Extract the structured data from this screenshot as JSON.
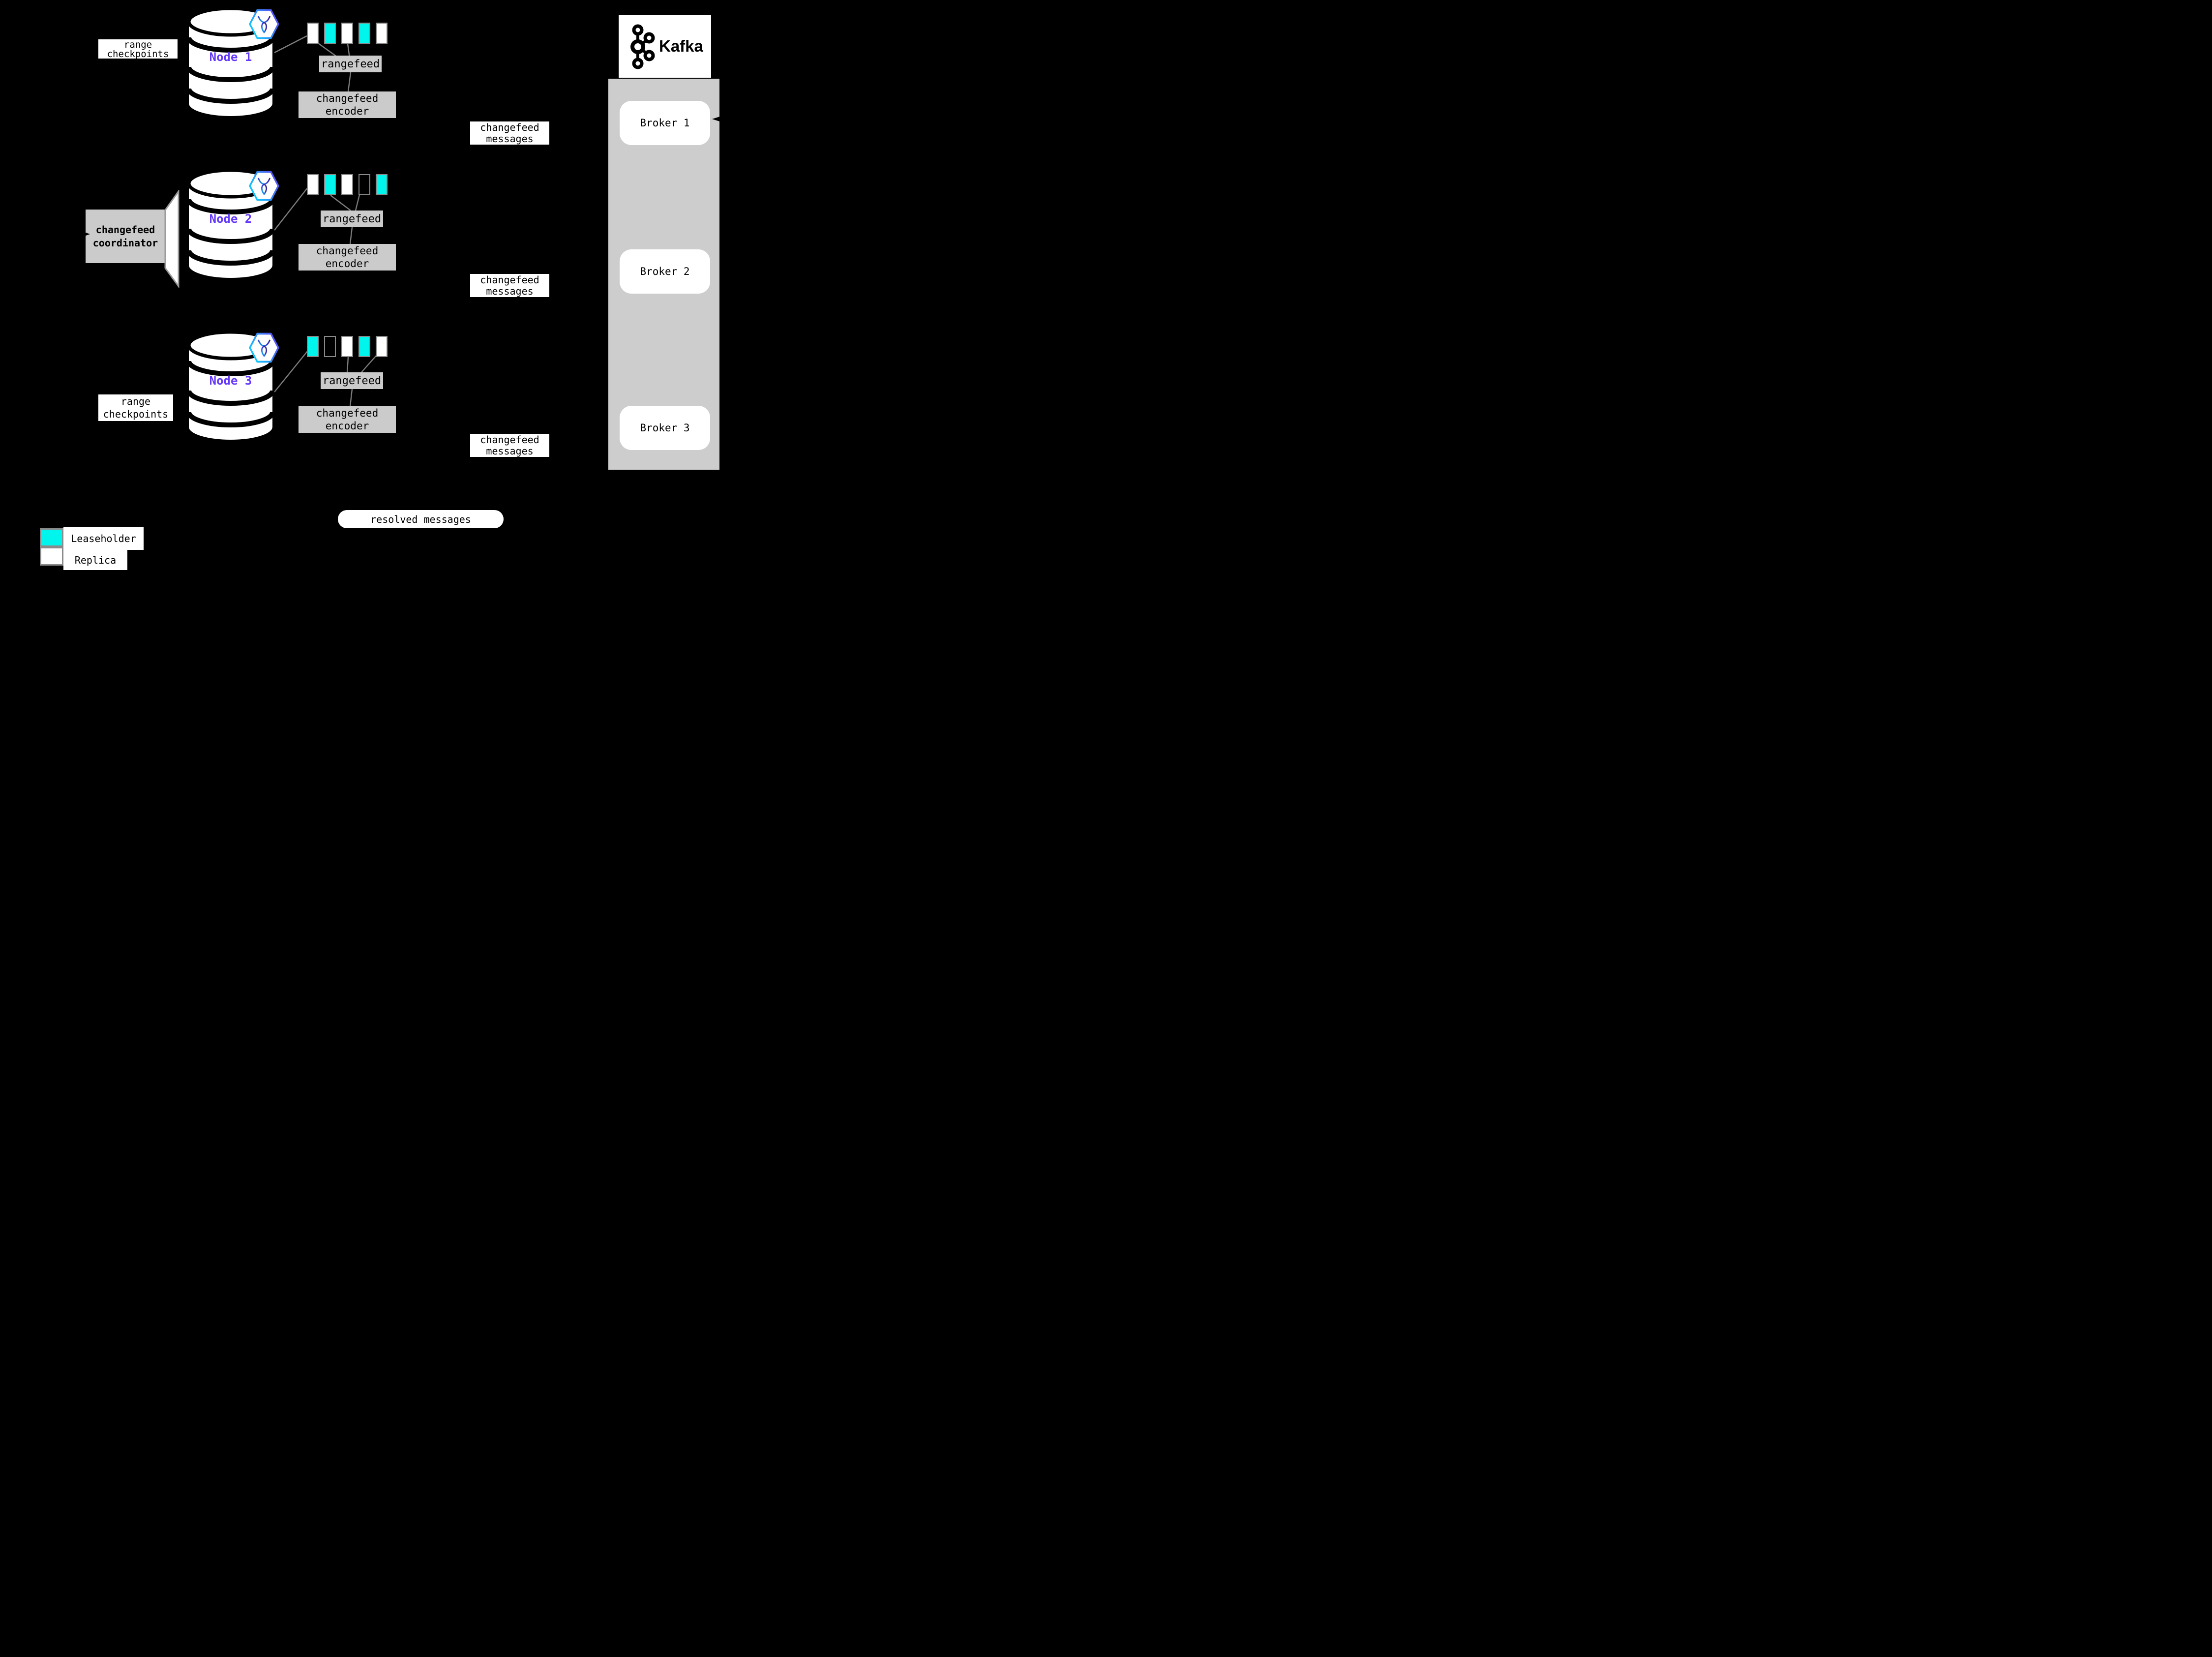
{
  "diagram": {
    "nodes": [
      {
        "name": "Node 1",
        "side_label": "range checkpoints",
        "rangefeed_label": "rangefeed",
        "encoder_label": "changefeed encoder",
        "messages_label": "changefeed messages",
        "replicas": [
          "replica",
          "leaseholder",
          "replica",
          "leaseholder",
          "replica"
        ]
      },
      {
        "name": "Node 2",
        "rangefeed_label": "rangefeed",
        "encoder_label": "changefeed encoder",
        "messages_label": "changefeed messages",
        "replicas": [
          "replica",
          "leaseholder",
          "replica",
          "empty",
          "leaseholder"
        ]
      },
      {
        "name": "Node 3",
        "side_label": "range checkpoints",
        "rangefeed_label": "rangefeed",
        "encoder_label": "changefeed encoder",
        "messages_label": "changefeed messages",
        "replicas": [
          "leaseholder",
          "empty",
          "replica",
          "leaseholder",
          "replica"
        ]
      }
    ],
    "coordinator_label": "changefeed coordinator",
    "resolved_label": "resolved messages",
    "kafka": {
      "logo_text": "Kafka",
      "brokers": [
        "Broker 1",
        "Broker 2",
        "Broker 3"
      ]
    },
    "legend": [
      {
        "label": "Leaseholder",
        "key": "leaseholder"
      },
      {
        "label": "Replica",
        "key": "replica"
      }
    ],
    "colors": {
      "leaseholder": "#00F6EC",
      "replica": "#FFFFFF",
      "empty": "transparent",
      "node_label": "#6438FA",
      "box_gray": "#CBCBCB",
      "column_gray": "#CDCDCD",
      "line_gray": "#7D7D7D"
    }
  }
}
